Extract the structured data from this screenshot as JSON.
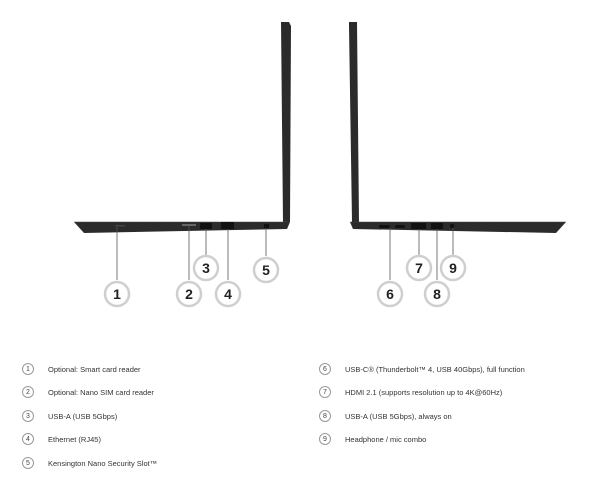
{
  "callouts": [
    "1",
    "2",
    "3",
    "4",
    "5",
    "6",
    "7",
    "8",
    "9"
  ],
  "legend": {
    "left": [
      {
        "num": "1",
        "label": "Optional: Smart card reader"
      },
      {
        "num": "2",
        "label": "Optional: Nano SIM card reader"
      },
      {
        "num": "3",
        "label": "USB-A (USB 5Gbps)"
      },
      {
        "num": "4",
        "label": "Ethernet (RJ45)"
      },
      {
        "num": "5",
        "label": "Kensington Nano Security Slot™"
      }
    ],
    "right": [
      {
        "num": "6",
        "label": "USB-C® (Thunderbolt™ 4, USB 40Gbps), full function"
      },
      {
        "num": "7",
        "label": "HDMI 2.1 (supports resolution up to 4K@60Hz)"
      },
      {
        "num": "8",
        "label": "USB-A (USB 5Gbps), always on"
      },
      {
        "num": "9",
        "label": "Headphone / mic combo"
      }
    ]
  },
  "colors": {
    "chassis": "#2b2b2b",
    "chassis_edge": "#3d3d3d",
    "port": "#111111",
    "leader": "#555555",
    "circle_border": "#cfcfcf"
  }
}
